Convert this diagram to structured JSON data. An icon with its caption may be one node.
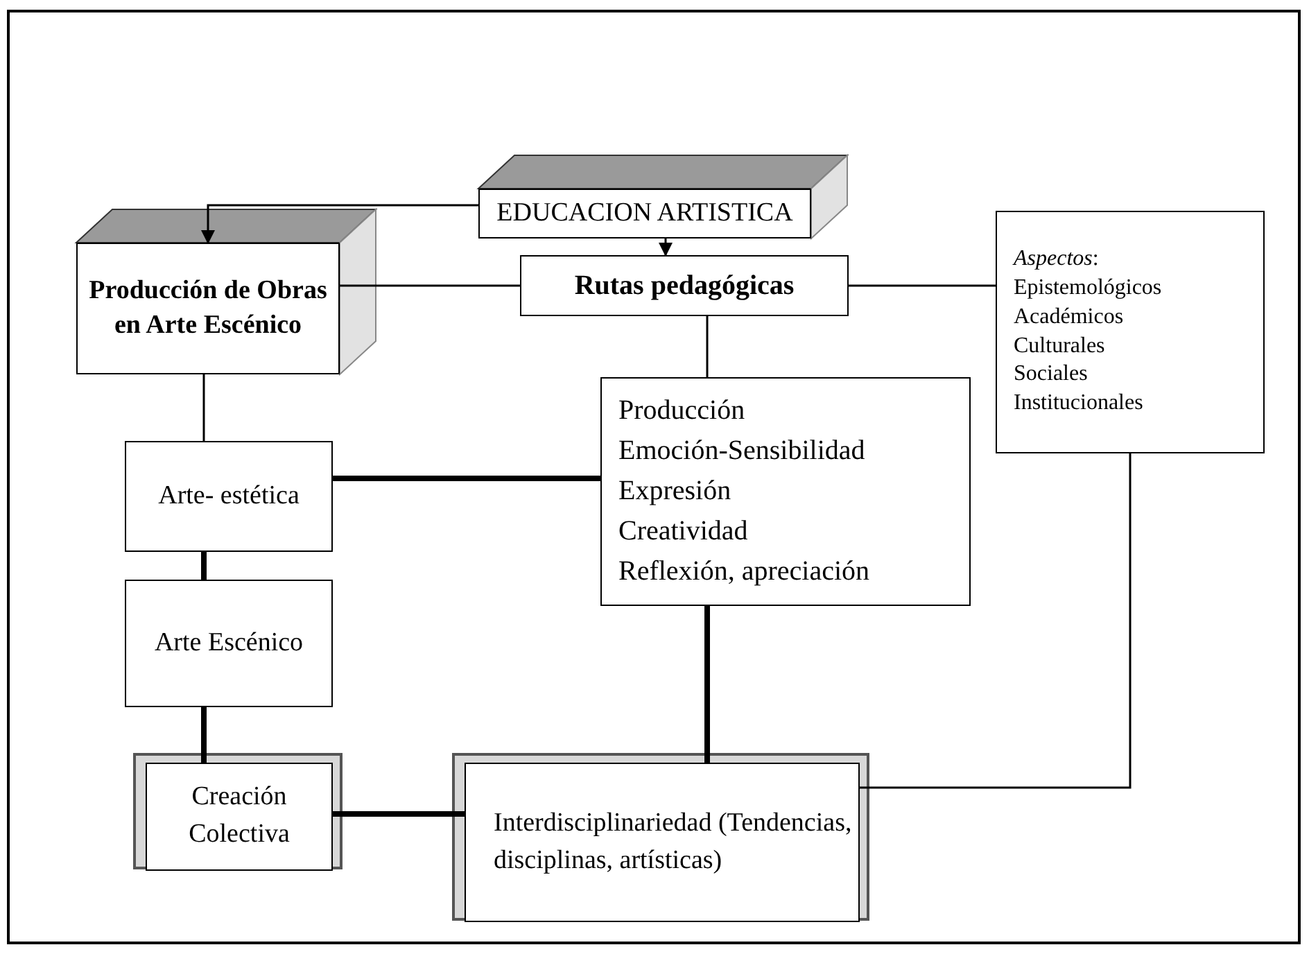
{
  "diagram": {
    "nodes": [
      {
        "text": [
          "EDUCACION ARTISTICA"
        ]
      },
      {
        "text": [
          "Producción de Obras en Arte Escénico"
        ]
      },
      {
        "text": [
          "Rutas pedagógicas"
        ]
      },
      {
        "text": [
          "*Aspectos*:",
          "Epistemológicos",
          "Académicos",
          "Culturales",
          "Sociales",
          "Institucionales"
        ]
      },
      {
        "text": [
          "Producción",
          "Emoción-Sensibilidad",
          "Expresión",
          "Creatividad",
          "Reflexión, apreciación"
        ]
      },
      {
        "text": [
          "Arte- estética"
        ]
      },
      {
        "text": [
          "Arte Escénico"
        ]
      },
      {
        "text": [
          "Creación Colectiva"
        ]
      },
      {
        "text": [
          "Interdisciplinariedad (Tendencias, disciplinas, artísticas)"
        ]
      }
    ],
    "edges": [
      {
        "from": 0,
        "to": 1,
        "arrow": "to"
      },
      {
        "from": 0,
        "to": 2,
        "arrow": "to"
      },
      {
        "from": 1,
        "to": 2,
        "arrow": "none"
      },
      {
        "from": 2,
        "to": 3,
        "arrow": "none"
      },
      {
        "from": 2,
        "to": 4,
        "arrow": "none"
      },
      {
        "from": 1,
        "to": 5,
        "arrow": "none"
      },
      {
        "from": 5,
        "to": 4,
        "arrow": "none",
        "style": "thick"
      },
      {
        "from": 5,
        "to": 6,
        "arrow": "none",
        "style": "thick"
      },
      {
        "from": 6,
        "to": 7,
        "arrow": "none",
        "style": "thick"
      },
      {
        "from": 7,
        "to": 8,
        "arrow": "none",
        "style": "thick"
      },
      {
        "from": 4,
        "to": 8,
        "arrow": "none",
        "style": "thick"
      },
      {
        "from": 3,
        "to": 8,
        "arrow": "none"
      }
    ]
  }
}
